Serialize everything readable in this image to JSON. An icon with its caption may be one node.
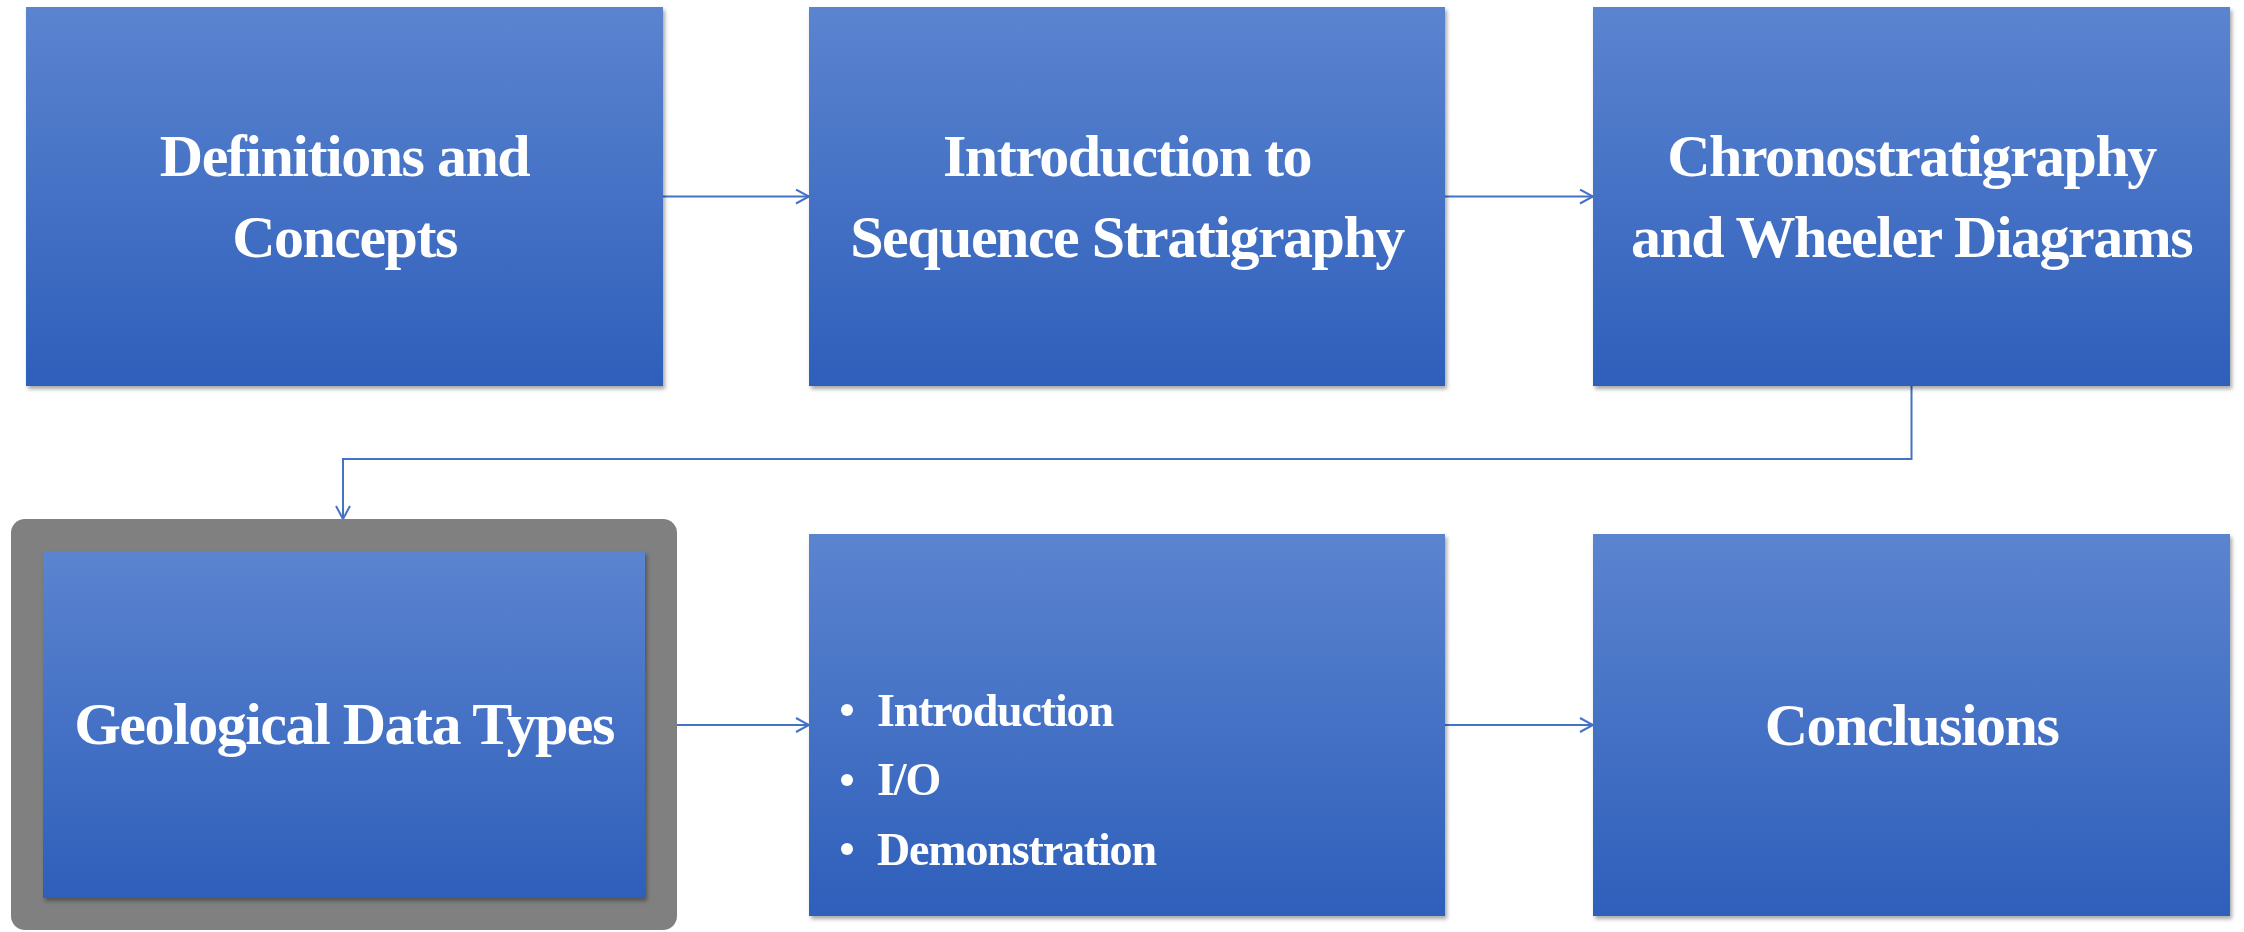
{
  "diagram": {
    "nodes": [
      {
        "text": [
          "Definitions and Concepts"
        ]
      },
      {
        "text": [
          "Introduction to Sequence Stratigraphy"
        ]
      },
      {
        "text": [
          "Chronostratigraphy and Wheeler Diagrams"
        ]
      },
      {
        "text": [
          "Geological Data Types"
        ]
      },
      {
        "text": [
          "Introduction",
          "I/O",
          "Demonstration"
        ]
      },
      {
        "text": [
          "Conclusions"
        ]
      }
    ],
    "edges": [
      {
        "from": 0,
        "to": 1,
        "arrow": "to"
      },
      {
        "from": 1,
        "to": 2,
        "arrow": "to"
      },
      {
        "from": 2,
        "to": 3,
        "arrow": "to"
      },
      {
        "from": 3,
        "to": 4,
        "arrow": "to"
      },
      {
        "from": 4,
        "to": 5,
        "arrow": "to"
      }
    ]
  }
}
